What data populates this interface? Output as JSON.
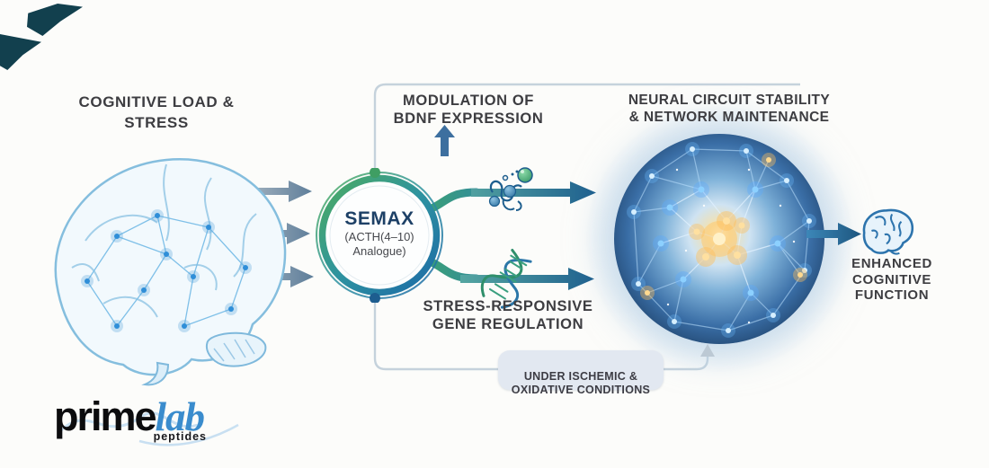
{
  "title": "SEMAX (ACTH(4-10) Analogue) mechanism-of-action infographic",
  "nodes": {
    "input_label": "COGNITIVE LOAD &\nSTRESS",
    "bdnf_label": "MODULATION OF\nBDNF EXPRESSION",
    "neural_label": "NEURAL CIRCUIT STABILITY\n& NETWORK MAINTENANCE",
    "gene_label": "STRESS-RESPONSIVE\nGENE REGULATION",
    "conditions_label": "UNDER ISCHEMIC &\nOXIDATIVE CONDITIONS",
    "outcome_label": "ENHANCED\nCOGNITIVE\nFUNCTION"
  },
  "semax": {
    "name": "SEMAX",
    "analogue_line1": "(ACTH(4–10)",
    "analogue_line2": "Analogue)"
  },
  "logo": {
    "prime": "prime",
    "lab": "lab",
    "tagline": "peptides"
  },
  "icons": {
    "brain_illustration": "sketched blue brain with neural network overlay",
    "molecule_icon": "peptide squiggle with blue and green spheres",
    "dna_icon": "tilted double helix",
    "neural_sphere": "glowing neuron network globe",
    "brain_icon": "small outlined brain",
    "arrow_icons": "right arrows, up arrow, curved connector arrow"
  },
  "colors": {
    "background": "#fcfcfa",
    "text": "#3d3d41",
    "accent_green": "#3ea56b",
    "accent_blue": "#1f6fa6",
    "connector": "#c5d2dc",
    "pill_bg": "#e2e8f1",
    "semax_navy": "#1d4066",
    "logo_blue": "#3a8ccd",
    "decor_teal": "#12404e",
    "glow_yellow": "#f6c76d",
    "node_cyan": "#9fd9ff"
  }
}
